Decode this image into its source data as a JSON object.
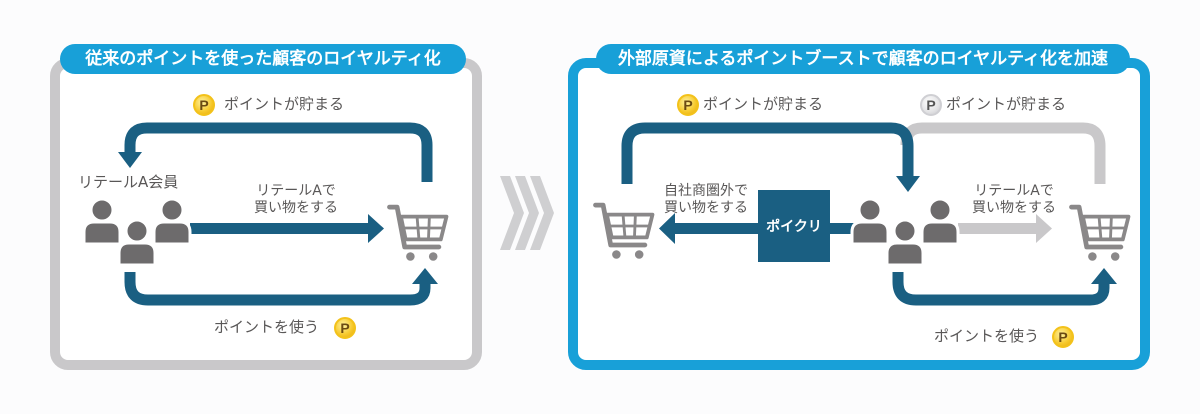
{
  "left_panel": {
    "title": "従来のポイントを使った顧客のロイヤルティ化",
    "earn_points_label": "ポイントが貯まる",
    "use_points_label": "ポイントを使う",
    "members_label": "リテールA会員",
    "shop_label_line1": "リテールAで",
    "shop_label_line2": "買い物をする",
    "coin_symbol": "P"
  },
  "transition_arrow": "chevrons-right",
  "right_panel": {
    "title": "外部原資によるポイントブーストで顧客のロイヤルティ化を加速",
    "earn_points_label_external": "ポイントが貯まる",
    "earn_points_label_retail": "ポイントが貯まる",
    "use_points_label": "ポイントを使う",
    "external_shop_line1": "自社商圏外で",
    "external_shop_line2": "買い物をする",
    "retail_shop_line1": "リテールAで",
    "retail_shop_line2": "買い物をする",
    "service_box": "ポイクリ",
    "coin_symbol": "P"
  },
  "colors": {
    "accent_blue": "#18a0d8",
    "arrow_dark": "#1a5f82",
    "arrow_gray": "#c9c8ca",
    "icon_gray": "#6d6b6c",
    "coin_gold": "#f6c82a"
  }
}
